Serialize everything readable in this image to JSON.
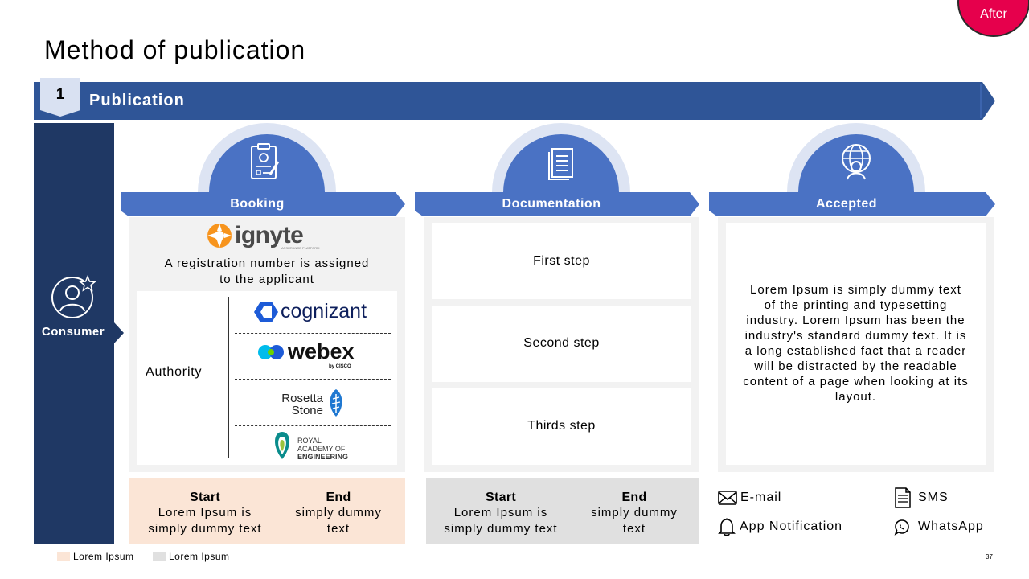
{
  "badge": {
    "label": "After"
  },
  "title": "Method of publication",
  "banner": {
    "number": "1",
    "label": "Publication"
  },
  "actor": {
    "label": "Consumer"
  },
  "columns": [
    {
      "title": "Booking"
    },
    {
      "title": "Documentation"
    },
    {
      "title": "Accepted"
    }
  ],
  "booking": {
    "brand": "ignyte",
    "brand_sub": "ASSURANCE PLATFORM",
    "description": [
      "A registration number is assigned",
      "to the applicant"
    ],
    "authority_label": "Authority",
    "logos": [
      {
        "name": "cognizant",
        "text": "cognizant"
      },
      {
        "name": "webex",
        "text": "webex",
        "sub": "by CISCO"
      },
      {
        "name": "rosetta-stone",
        "text": [
          "Rosetta",
          "Stone"
        ]
      },
      {
        "name": "royal-academy",
        "text": [
          "ROYAL",
          "ACADEMY OF",
          "ENGINEERING"
        ]
      }
    ]
  },
  "documentation": {
    "steps": [
      "First step",
      "Second step",
      "Thirds step"
    ]
  },
  "accepted": {
    "text": [
      "Lorem Ipsum is simply dummy text",
      "of the printing and typesetting",
      "industry. Lorem Ipsum has been the",
      "industry's standard dummy text. It is",
      "a long established fact that a reader",
      "will be distracted by the readable",
      "content of a page when looking at its",
      "layout."
    ]
  },
  "footer": {
    "booking": {
      "start_label": "Start",
      "start_text": [
        "Lorem Ipsum is",
        "simply dummy text"
      ],
      "end_label": "End",
      "end_text": [
        "simply dummy",
        "text"
      ]
    },
    "documentation": {
      "start_label": "Start",
      "start_text": [
        "Lorem Ipsum is",
        "simply dummy text"
      ],
      "end_label": "End",
      "end_text": [
        "simply dummy",
        "text"
      ]
    },
    "contacts": [
      {
        "icon": "envelope-icon",
        "label": "E-mail"
      },
      {
        "icon": "sms-icon",
        "label": "SMS"
      },
      {
        "icon": "bell-icon",
        "label": "App Notification"
      },
      {
        "icon": "whatsapp-icon",
        "label": "WhatsApp"
      }
    ]
  },
  "legend": [
    {
      "label": "Lorem Ipsum",
      "color": "#fbe5d6"
    },
    {
      "label": "Lorem Ipsum",
      "color": "#e0e0e0"
    }
  ],
  "page_number": "37",
  "colors": {
    "navy": "#1f3864",
    "banner": "#2f5597",
    "accent": "#4a72c4",
    "peach": "#fbe5d6",
    "gray": "#e0e0e0",
    "badge": "#e6004c"
  }
}
